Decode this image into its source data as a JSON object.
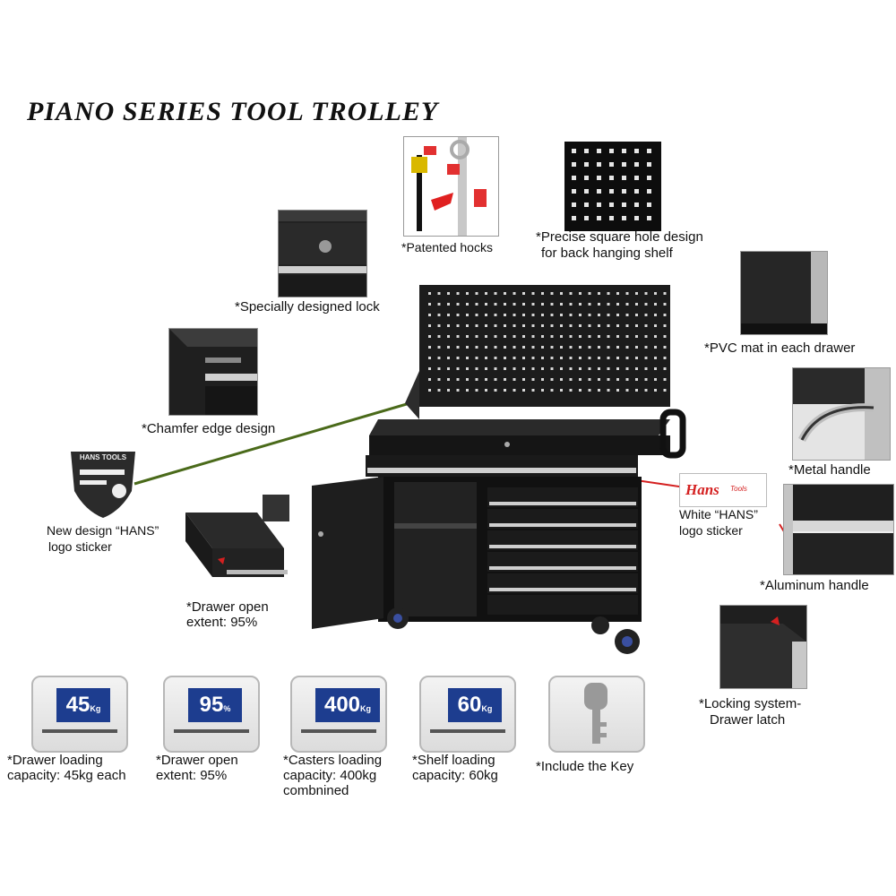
{
  "title": "PIANO SERIES TOOL TROLLEY",
  "callouts": {
    "hooks": "*Patented hocks",
    "square_hole_1": "*Precise square hole design",
    "square_hole_2": "for back hanging shelf",
    "lock": "*Specially designed lock",
    "pvc_mat": "*PVC mat in each drawer",
    "chamfer": "*Chamfer edge design",
    "metal_handle": "*Metal handle",
    "hans_logo_1": "New design “HANS”",
    "hans_logo_2": "logo sticker",
    "white_hans_1": "White “HANS”",
    "white_hans_2": "logo sticker",
    "aluminum_handle": "*Aluminum handle",
    "drawer_open_1": "*Drawer open",
    "drawer_open_2": "extent: 95%",
    "locking_1": "*Locking system-",
    "locking_2": "Drawer latch"
  },
  "logos": {
    "shield_text": "HANS TOOLS",
    "hans_sticker_main": "Hans",
    "hans_sticker_sub": "Tools"
  },
  "features": [
    {
      "value": "45",
      "unit": "Kg",
      "lines": [
        "*Drawer loading",
        "capacity: 45kg each"
      ]
    },
    {
      "value": "95",
      "unit": "%",
      "lines": [
        "*Drawer open",
        "extent: 95%"
      ]
    },
    {
      "value": "400",
      "unit": "Kg",
      "lines": [
        "*Casters loading",
        "capacity: 400kg",
        "combnined"
      ]
    },
    {
      "value": "60",
      "unit": "Kg",
      "lines": [
        "*Shelf loading",
        "capacity: 60kg"
      ]
    },
    {
      "value": "",
      "unit": "",
      "lines": [
        "*Include the Key"
      ]
    }
  ],
  "colors": {
    "cabinet": "#1c1c1c",
    "accent_blue": "#1d3d8f",
    "leader_green": "#4a6a1a",
    "hans_red": "#d42020"
  }
}
